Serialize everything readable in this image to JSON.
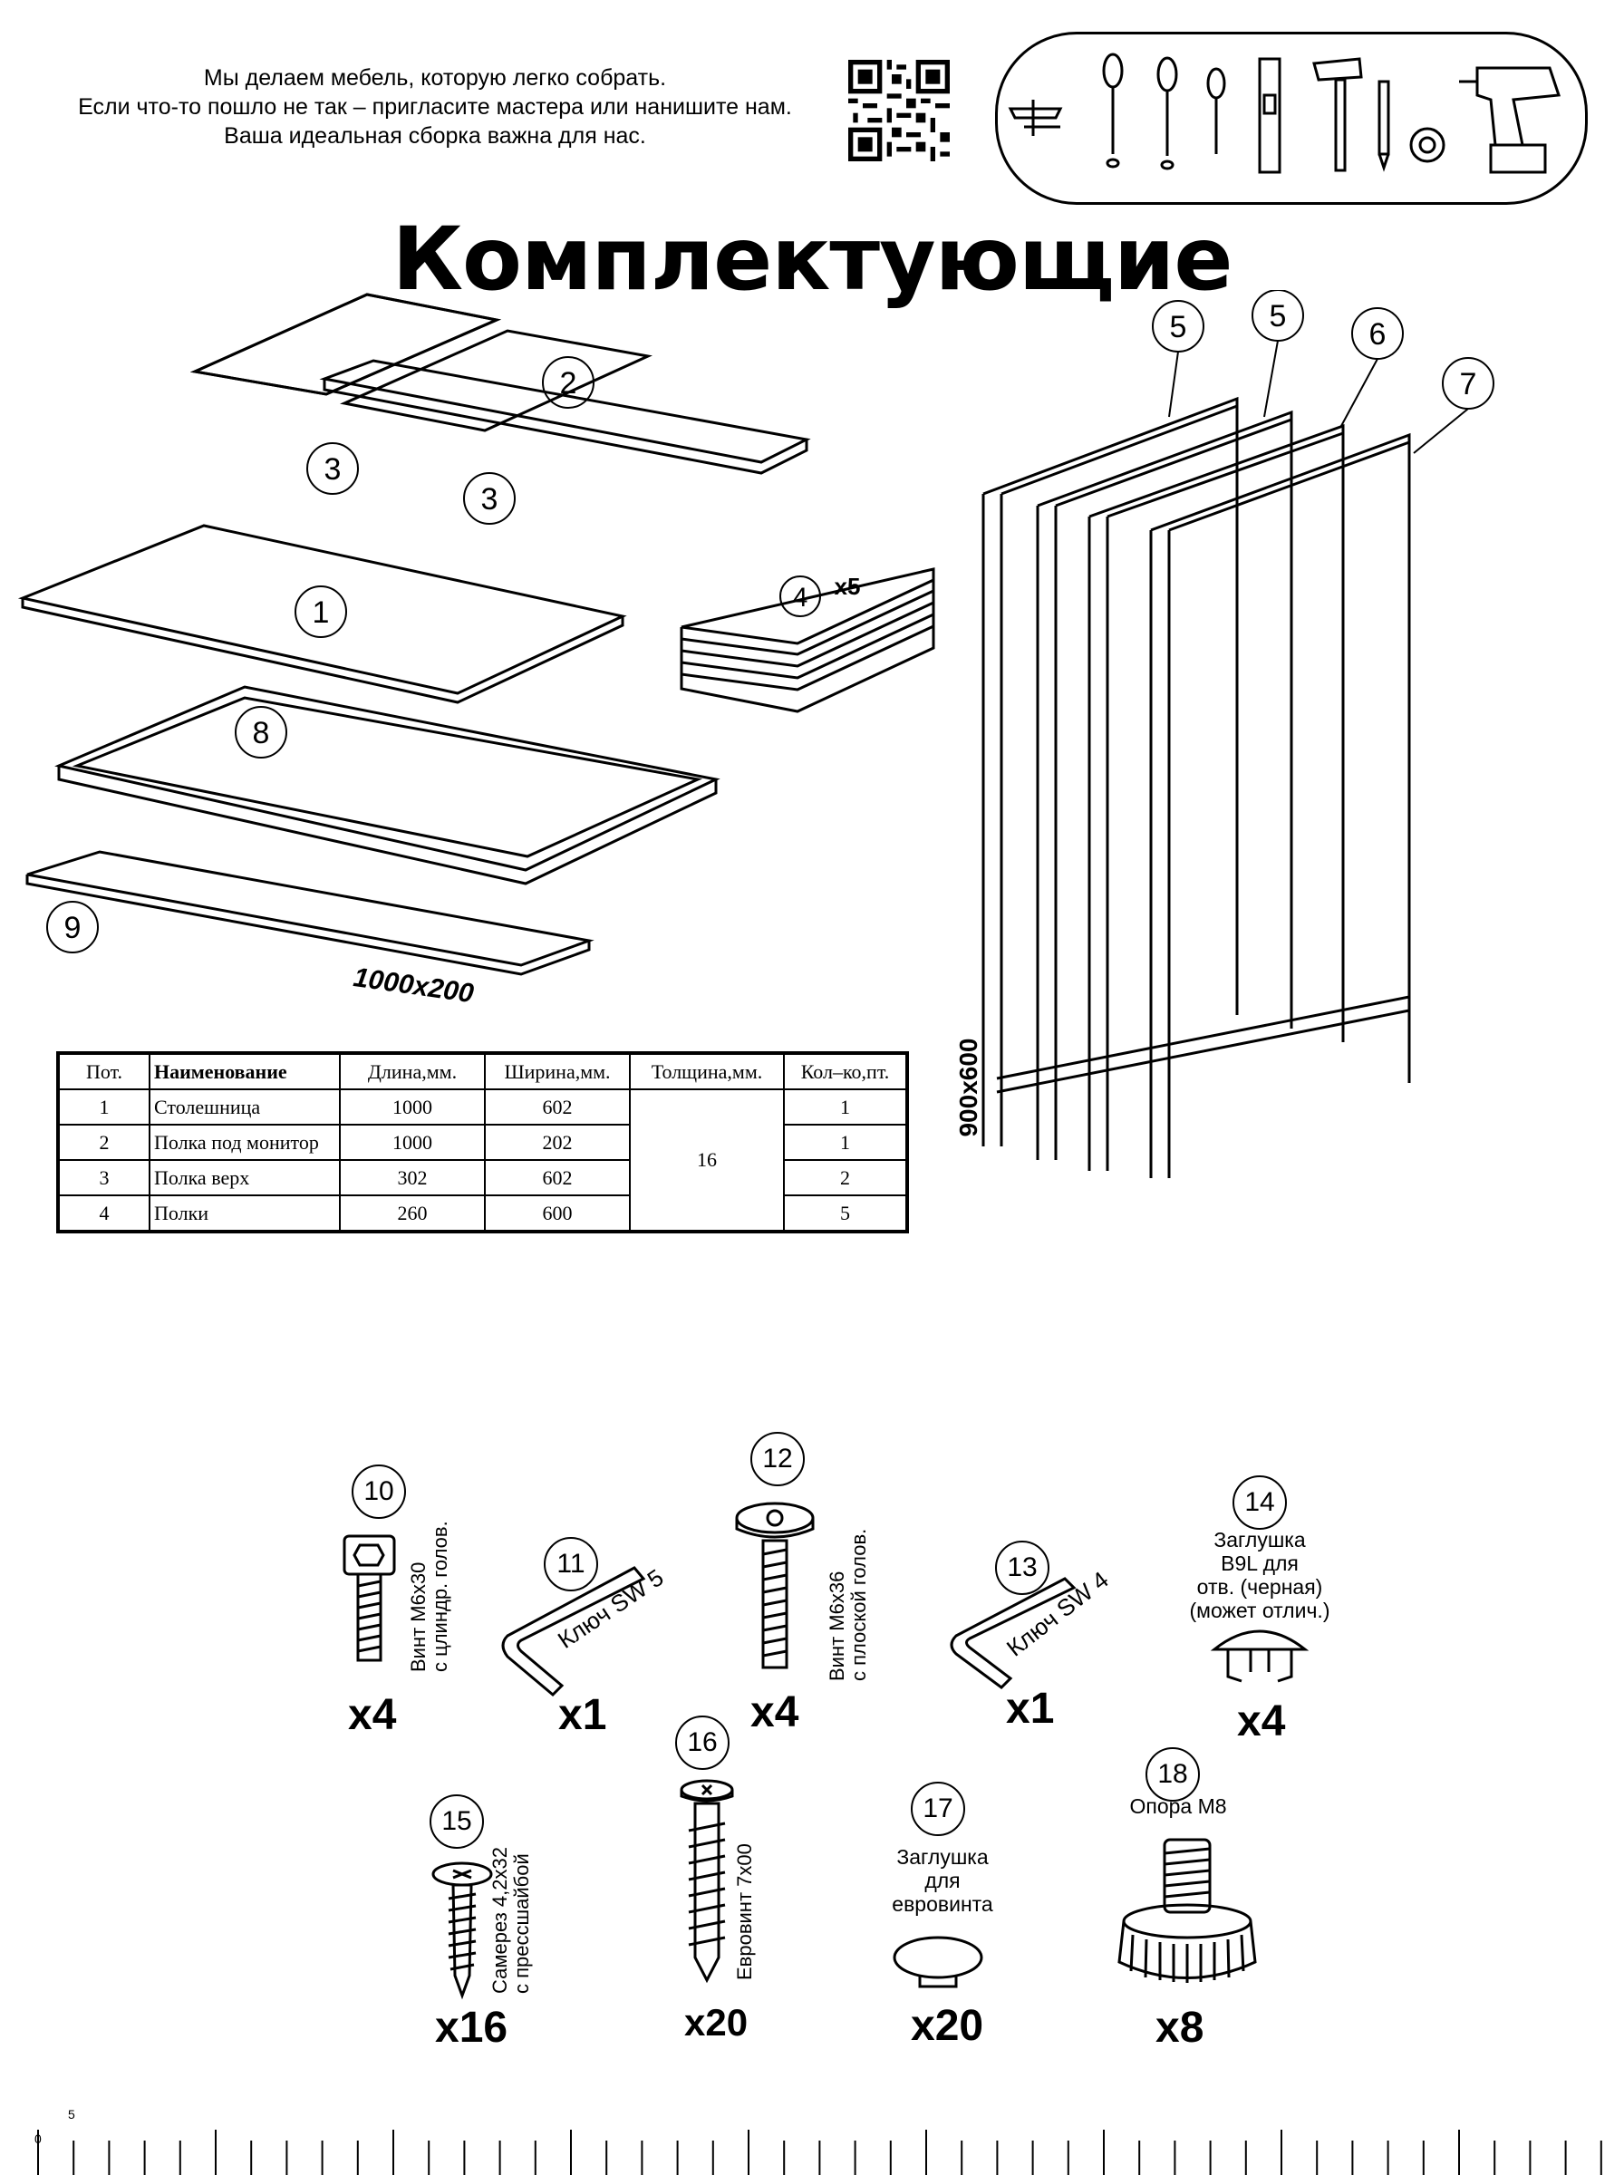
{
  "header": {
    "lines": [
      "Мы делаем мебель, которую легко собрать.",
      "Если что-то пошло не так – пригласите мастера или нанишите нам.",
      "Ваша идеальная сборка важна для нас."
    ]
  },
  "title": "Комплектующие",
  "tools": [
    "clamp-icon",
    "screwdriver-icon",
    "screwdriver-icon",
    "screwdriver-icon",
    "level-icon",
    "hammer-icon",
    "pencil-icon",
    "tape-icon",
    "drill-icon"
  ],
  "parts": {
    "labels": [
      "1",
      "2",
      "3",
      "3",
      "4",
      "5",
      "5",
      "6",
      "7",
      "8",
      "9"
    ],
    "multiplier_4": "x5",
    "dim_rail": "1000x200",
    "dim_frame": "900x600"
  },
  "table": {
    "headers": [
      "Пот.",
      "Наименование",
      "Длина,мм.",
      "Ширина,мм.",
      "Толщина,мм.",
      "Кол–ко,пт."
    ],
    "rows": [
      {
        "pos": "1",
        "name": "Столешница",
        "length": "1000",
        "width": "602",
        "qty": "1"
      },
      {
        "pos": "2",
        "name": "Полка под монитор",
        "length": "1000",
        "width": "202",
        "qty": "1"
      },
      {
        "pos": "3",
        "name": "Полка верх",
        "length": "302",
        "width": "602",
        "qty": "2"
      },
      {
        "pos": "4",
        "name": "Полки",
        "length": "260",
        "width": "600",
        "qty": "5"
      }
    ],
    "thickness": "16"
  },
  "hardware": [
    {
      "num": "10",
      "label": "Винт М6х30\nс цлиндр. голов.",
      "qty": "x4"
    },
    {
      "num": "11",
      "label": "Ключ SW 5",
      "qty": "x1"
    },
    {
      "num": "12",
      "label": "Винт М6х36\nс плоской голов.",
      "qty": "x4"
    },
    {
      "num": "13",
      "label": "Ключ SW 4",
      "qty": "x1"
    },
    {
      "num": "14",
      "label": "Заглушка\nB9L для\nотв. (черная)\n(может отлич.)",
      "qty": "x4"
    },
    {
      "num": "15",
      "label": "Самерез 4,2х32\nс прессшайбой",
      "qty": "x16"
    },
    {
      "num": "16",
      "label": "Евровинт 7х00",
      "qty": "x20"
    },
    {
      "num": "17",
      "label": "Заглушка\nдля\nевровинта",
      "qty": "x20"
    },
    {
      "num": "18",
      "label": "Опора М8",
      "qty": "x8"
    }
  ],
  "ruler": {
    "start": "0",
    "mark": "5"
  }
}
